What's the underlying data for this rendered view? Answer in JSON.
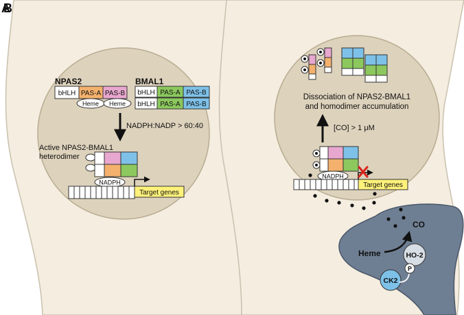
{
  "panels": {
    "a": "A",
    "b": "B"
  },
  "left": {
    "npas2_title": "NPAS2",
    "bmal1_title": "BMAL1",
    "npas2_domains": [
      "bHLH",
      "PAS-A",
      "PAS-B"
    ],
    "bmal1_domains": [
      "bHLH",
      "PAS-A",
      "PAS-B"
    ],
    "heme_1": "Heme",
    "heme_2": "Heme",
    "ratio": "NADPH:NADP > 60:40",
    "active_line1": "Active NPAS2-BMAL1",
    "active_line2": "heterodimer",
    "nadph": "NADPH",
    "target": "Target genes"
  },
  "right": {
    "dissoc_line1": "Dissociation of NPAS2-BMAL1",
    "dissoc_line2": "and homodimer accumulation",
    "co_threshold": "[CO] > 1 μM",
    "nadph": "NADPH",
    "target": "Target genes",
    "co": "CO",
    "heme": "Heme",
    "ho2": "HO-2",
    "p": "P",
    "ck2": "CK2"
  },
  "colors": {
    "cell": "#f4ede0",
    "nucleus": "#ddd2bc",
    "pas_a_npas2": "#f3b16d",
    "pas_b_npas2": "#e8a7cf",
    "pas_a_bmal1": "#8cc85e",
    "pas_b_bmal1": "#7ec1e8",
    "target": "#fff27a",
    "glia": "#6f7f93",
    "inhibit": "#d9231b"
  }
}
